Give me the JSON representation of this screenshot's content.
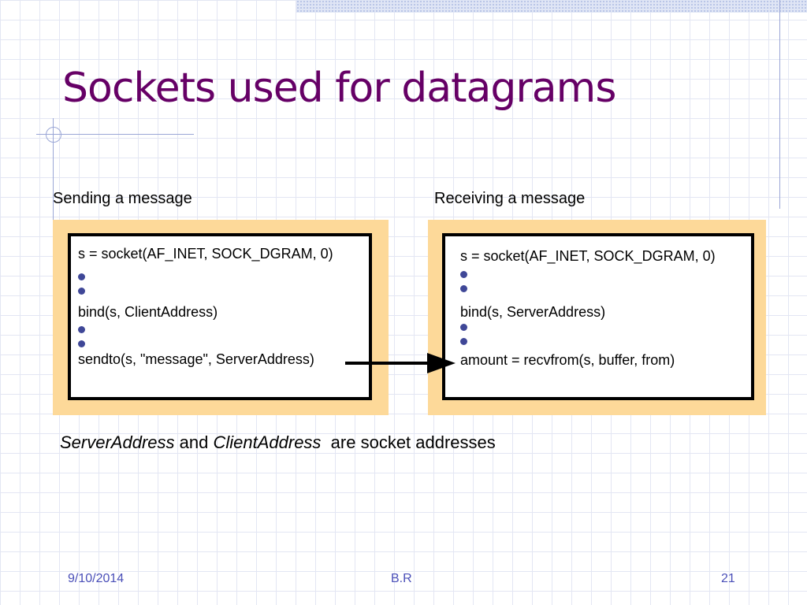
{
  "slide": {
    "title": "Sockets used for datagrams",
    "sending": {
      "heading": "Sending a message",
      "lines": [
        "s = socket(AF_INET, SOCK_DGRAM, 0)",
        "bind(s, ClientAddress)",
        "sendto(s, \"message\", ServerAddress)"
      ]
    },
    "receiving": {
      "heading": "Receiving a message",
      "lines": [
        "s = socket(AF_INET, SOCK_DGRAM, 0)",
        "bind(s, ServerAddress)",
        "amount = recvfrom(s, buffer, from)"
      ]
    },
    "caption": {
      "term1": "ServerAddress",
      "and": "and",
      "term2": "ClientAddress",
      "rest": "are socket addresses"
    }
  },
  "footer": {
    "date": "9/10/2014",
    "author": "B.R",
    "page": "21"
  },
  "colors": {
    "title": "#660066",
    "panel": "#fdd999",
    "bullet": "#3f4797",
    "footer_text": "#4a4fb8",
    "grid": "#e3e6f3"
  }
}
